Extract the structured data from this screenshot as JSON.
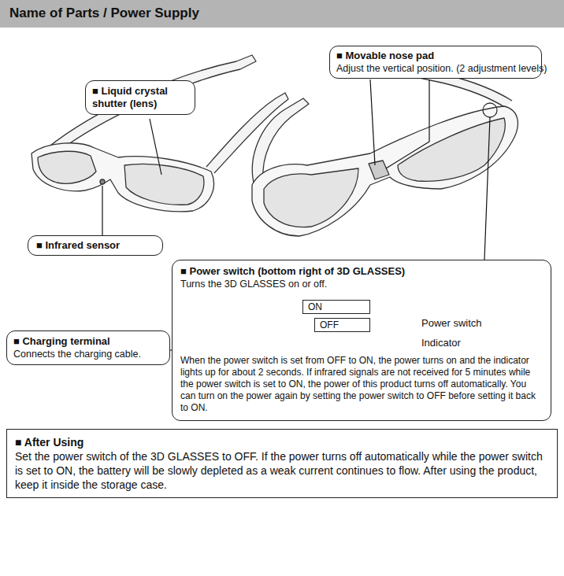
{
  "diagram": {
    "title": "Name of Parts / Power Supply",
    "nodes": [
      {
        "text": [
          "■ Movable nose pad",
          "Adjust the vertical position. (2 adjustment levels)"
        ]
      },
      {
        "text": [
          "■ Liquid crystal shutter (lens)"
        ]
      },
      {
        "text": [
          "■ Infrared sensor"
        ]
      },
      {
        "text": [
          "■ Power switch (bottom right of 3D GLASSES)",
          "Turns the 3D GLASSES on or off.",
          "When the power switch is set from OFF to ON, the power turns on and the indicator lights up for about 2 seconds. If infrared signals are not received for 5 minutes while the power switch is set to ON, the power of this product turns off automatically. You can turn on the power again by setting the power switch to OFF before setting it back to ON."
        ]
      },
      {
        "text": [
          "ON"
        ],
        "in": 3
      },
      {
        "text": [
          "OFF"
        ],
        "in": 3
      },
      {
        "text": [
          "■ Charging terminal",
          "Connects the charging cable."
        ]
      },
      {
        "text": [
          "■ After Using",
          "Set the power switch of the 3D GLASSES to OFF. If the power turns off automatically while the power switch is set to ON, the battery will be slowly depleted as a weak current continues to flow. After using the product, keep it inside the storage case."
        ]
      }
    ],
    "labels": [
      "Power switch",
      "Indicator"
    ]
  }
}
